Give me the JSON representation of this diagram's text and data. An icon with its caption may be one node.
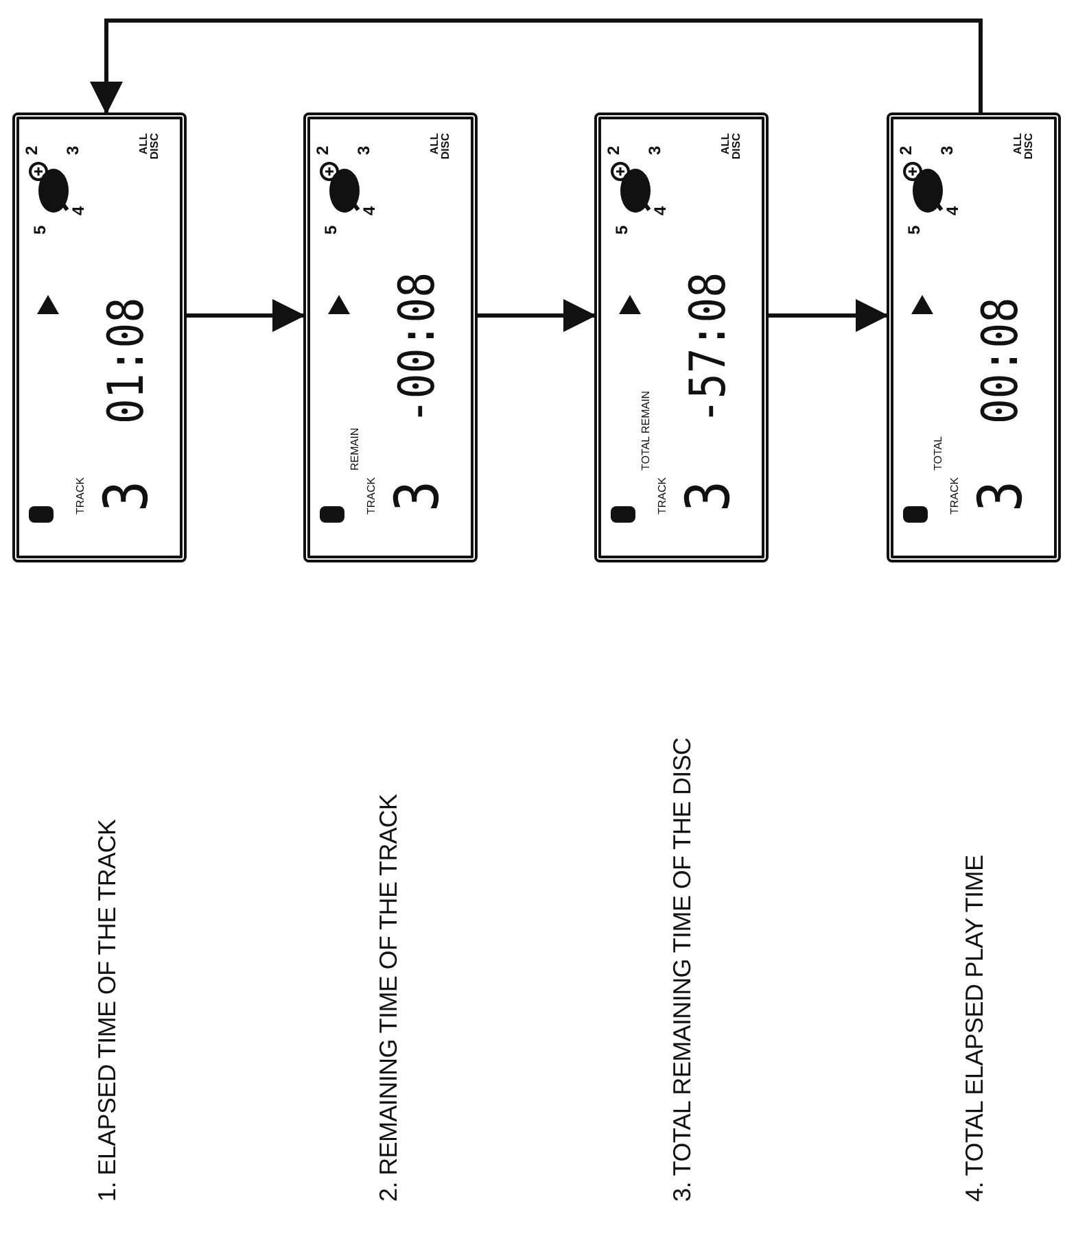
{
  "diagram": {
    "nodes": [
      {
        "text": [
          "2",
          "3",
          "4",
          "5",
          "ALL DISC",
          "01:08",
          "TRACK",
          "3"
        ]
      },
      {
        "text": [
          "2",
          "3",
          "4",
          "5",
          "ALL DISC",
          "-00:08",
          "TRACK",
          "3",
          "REMAIN"
        ]
      },
      {
        "text": [
          "2",
          "3",
          "4",
          "5",
          "ALL DISC",
          "-57:08",
          "TRACK",
          "3",
          "TOTAL REMAIN"
        ]
      },
      {
        "text": [
          "2",
          "3",
          "4",
          "5",
          "ALL DISC",
          "00:08",
          "TRACK",
          "3",
          "TOTAL"
        ]
      }
    ],
    "edges": [
      {
        "from": 0,
        "to": 1,
        "arrow": "to"
      },
      {
        "from": 1,
        "to": 2,
        "arrow": "to"
      },
      {
        "from": 2,
        "to": 3,
        "arrow": "to"
      },
      {
        "from": 3,
        "to": 0,
        "arrow": "to"
      }
    ],
    "labels": [
      "1. ELAPSED TIME OF THE TRACK",
      "2. REMAINING TIME OF THE TRACK",
      "3. TOTAL REMAINING TIME OF THE DISC",
      "4. TOTAL ELAPSED PLAY TIME"
    ]
  }
}
